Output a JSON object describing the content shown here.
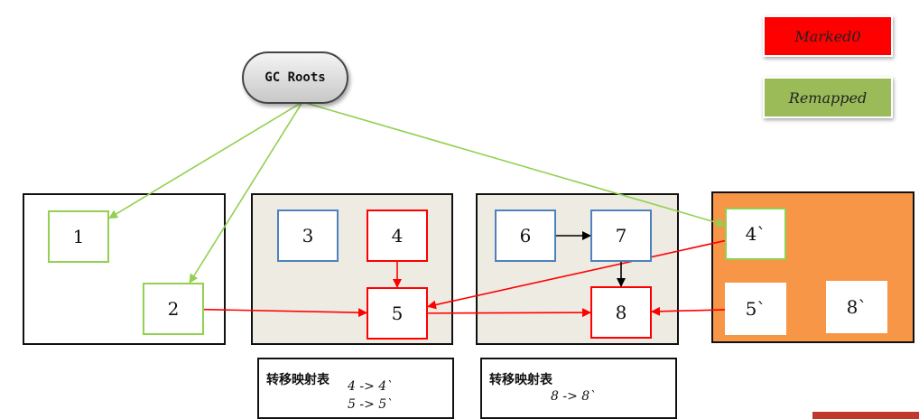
{
  "gc_roots": {
    "label": "GC Roots"
  },
  "legend": {
    "marked0": {
      "label": "Marked0",
      "color": "#ff0000"
    },
    "remapped": {
      "label": "Remapped",
      "color": "#9bbb59"
    }
  },
  "regions": [
    {
      "id": "region-1",
      "fill": "#ffffff"
    },
    {
      "id": "region-2",
      "fill": "#eeebe2"
    },
    {
      "id": "region-3",
      "fill": "#eeebe2"
    },
    {
      "id": "region-4",
      "fill": "#f79646"
    }
  ],
  "nodes": {
    "n1": {
      "label": "1",
      "state": "remapped"
    },
    "n2": {
      "label": "2",
      "state": "remapped"
    },
    "n3": {
      "label": "3",
      "state": "unmarked"
    },
    "n4": {
      "label": "4",
      "state": "marked0"
    },
    "n5": {
      "label": "5",
      "state": "marked0"
    },
    "n6": {
      "label": "6",
      "state": "unmarked"
    },
    "n7": {
      "label": "7",
      "state": "unmarked"
    },
    "n8": {
      "label": "8",
      "state": "marked0"
    },
    "n4p": {
      "label": "4`",
      "state": "remapped"
    },
    "n5p": {
      "label": "5`",
      "state": "relocated"
    },
    "n8p": {
      "label": "8`",
      "state": "relocated"
    }
  },
  "edges": [
    {
      "from": "gc_roots",
      "to": "n1",
      "color": "#92d050"
    },
    {
      "from": "gc_roots",
      "to": "n2",
      "color": "#92d050"
    },
    {
      "from": "gc_roots",
      "to": "n4p",
      "color": "#92d050"
    },
    {
      "from": "n2",
      "to": "n5",
      "color": "#ff0000"
    },
    {
      "from": "n4",
      "to": "n5",
      "color": "#ff0000"
    },
    {
      "from": "n4p",
      "to": "n5",
      "color": "#ff0000"
    },
    {
      "from": "n5",
      "to": "n8",
      "color": "#ff0000"
    },
    {
      "from": "n5p",
      "to": "n8",
      "color": "#ff0000"
    },
    {
      "from": "n6",
      "to": "n7",
      "color": "#000000"
    },
    {
      "from": "n7",
      "to": "n8",
      "color": "#000000"
    }
  ],
  "forwarding_tables": [
    {
      "title": "转移映射表",
      "entries": [
        "4 -> 4`",
        "5 -> 5`"
      ]
    },
    {
      "title": "转移映射表",
      "entries": [
        "8 -> 8`"
      ]
    }
  ]
}
